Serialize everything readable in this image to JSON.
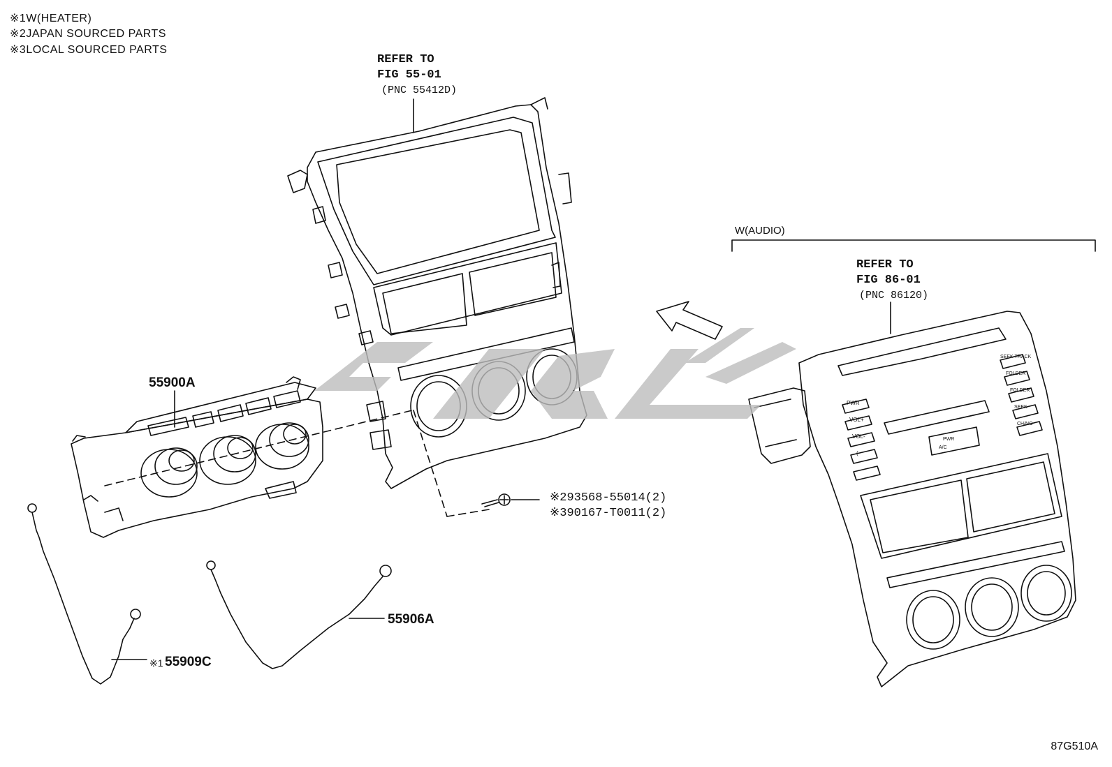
{
  "notes": [
    {
      "mark": "※1",
      "text": "W(HEATER)"
    },
    {
      "mark": "※2",
      "text": "JAPAN SOURCED PARTS"
    },
    {
      "mark": "※3",
      "text": "LOCAL SOURCED PARTS"
    }
  ],
  "refer_panel": {
    "line1": "REFER TO",
    "line2": "FIG 55-01",
    "line3": "(PNC 55412D)"
  },
  "audio_group": {
    "label": "W(AUDIO)",
    "refer": {
      "line1": "REFER TO",
      "line2": "FIG 86-01",
      "line3": "(PNC 86120)"
    },
    "buttons_left": [
      "PWR",
      "VOL+",
      "VOL-",
      "(",
      ""
    ],
    "buttons_right": [
      "SEEK TRACK",
      "FOLDER",
      "FOLDER",
      "SEEK",
      "CH/NO"
    ],
    "display": [
      "PWR",
      "A/C"
    ]
  },
  "parts": {
    "control": "55900A",
    "cable_a": "55906A",
    "cable_c_mark": "※1",
    "cable_c": "55909C",
    "screw_1": "※293568-55014(2)",
    "screw_2": "※390167-T0011(2)"
  },
  "figure_code": "87G510A",
  "colors": {
    "line": "#111111",
    "watermark": "#bdbdbd"
  },
  "icons": [
    "leader-arrow-icon",
    "direction-arrow-icon",
    "screw-icon",
    "dial-icon"
  ]
}
